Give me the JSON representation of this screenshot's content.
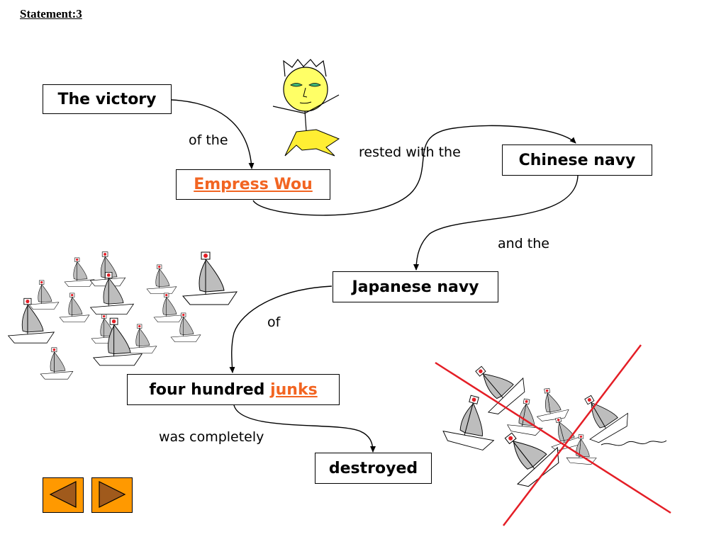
{
  "heading": "Statement:3",
  "nodes": {
    "victory": "The victory",
    "empress": "Empress Wou",
    "chinese": "Chinese navy",
    "japanese": "Japanese navy",
    "junks_pre": "four hundred ",
    "junks_link": "junks",
    "destroyed": "destroyed"
  },
  "connectors": {
    "of_the": "of the",
    "rested_with_the": "rested with the",
    "and_the": "and the",
    "of": "of",
    "was_completely": "was completely"
  },
  "colors": {
    "highlight": "#f26522",
    "button": "#ff9900",
    "cross": "#e41e26",
    "sail": "#bdbdbd",
    "flag_dot": "#e41e26",
    "face": "#ffff66"
  },
  "nav": {
    "prev_icon": "triangle-left-icon",
    "next_icon": "triangle-right-icon"
  }
}
